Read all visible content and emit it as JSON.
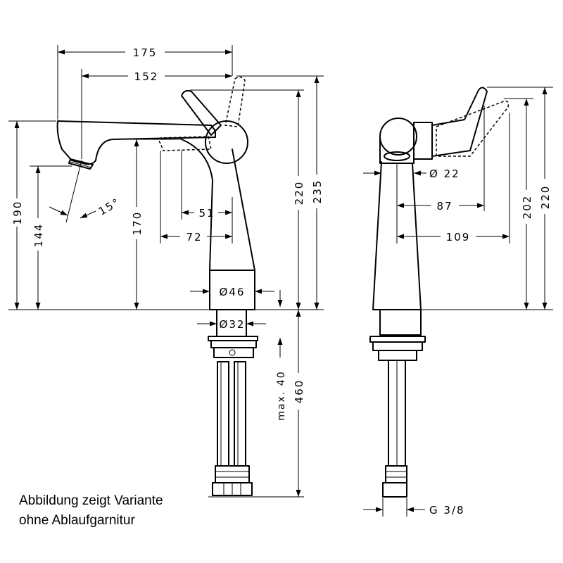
{
  "note": {
    "line1": "Abbildung zeigt Variante",
    "line2": "ohne Ablaufgarnitur"
  },
  "dimensions": {
    "width_total": "175",
    "width_spout": "152",
    "height_spout": "190",
    "height_outlet": "144",
    "angle": "15°",
    "height_underside": "170",
    "lever_offset_1": "51",
    "lever_offset_2": "72",
    "height_lever": "220",
    "height_total": "235",
    "base_diameter": "Ø46",
    "connector_diameter": "Ø32",
    "max_thickness": "max. 40",
    "hose_length": "460",
    "side_outlet_diameter": "Ø 22",
    "side_depth_1": "87",
    "side_depth_2": "109",
    "side_height_1": "202",
    "side_height_2": "220",
    "thread": "G 3/8"
  }
}
